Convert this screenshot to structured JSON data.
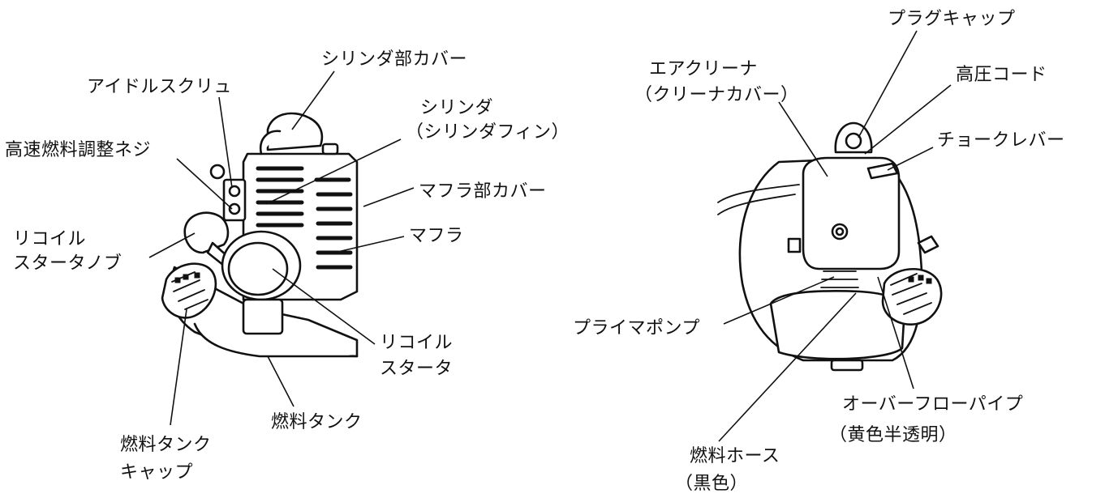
{
  "left_diagram": {
    "labels": {
      "cylinder_cover": "シリンダ部カバー",
      "idle_screw": "アイドルスクリュ",
      "cylinder_1": "シリンダ",
      "cylinder_2": "（シリンダフィン）",
      "high_speed_screw": "高速燃料調整ネジ",
      "muffler_cover": "マフラ部カバー",
      "recoil_knob_1": "リコイル",
      "recoil_knob_2": "スタータノブ",
      "muffler": "マフラ",
      "recoil_starter_1": "リコイル",
      "recoil_starter_2": "スタータ",
      "fuel_tank": "燃料タンク",
      "fuel_cap_1": "燃料タンク",
      "fuel_cap_2": "キャップ"
    }
  },
  "right_diagram": {
    "labels": {
      "plug_cap": "プラグキャップ",
      "air_cleaner_1": "エアクリーナ",
      "air_cleaner_2": "（クリーナカバー）",
      "hv_cord": "高圧コード",
      "choke_lever": "チョークレバー",
      "primer_pump": "プライマポンプ",
      "overflow_pipe_1": "オーバーフローパイプ",
      "overflow_pipe_2": "（黄色半透明）",
      "fuel_hose_1": "燃料ホース",
      "fuel_hose_2": "（黒色）"
    }
  }
}
